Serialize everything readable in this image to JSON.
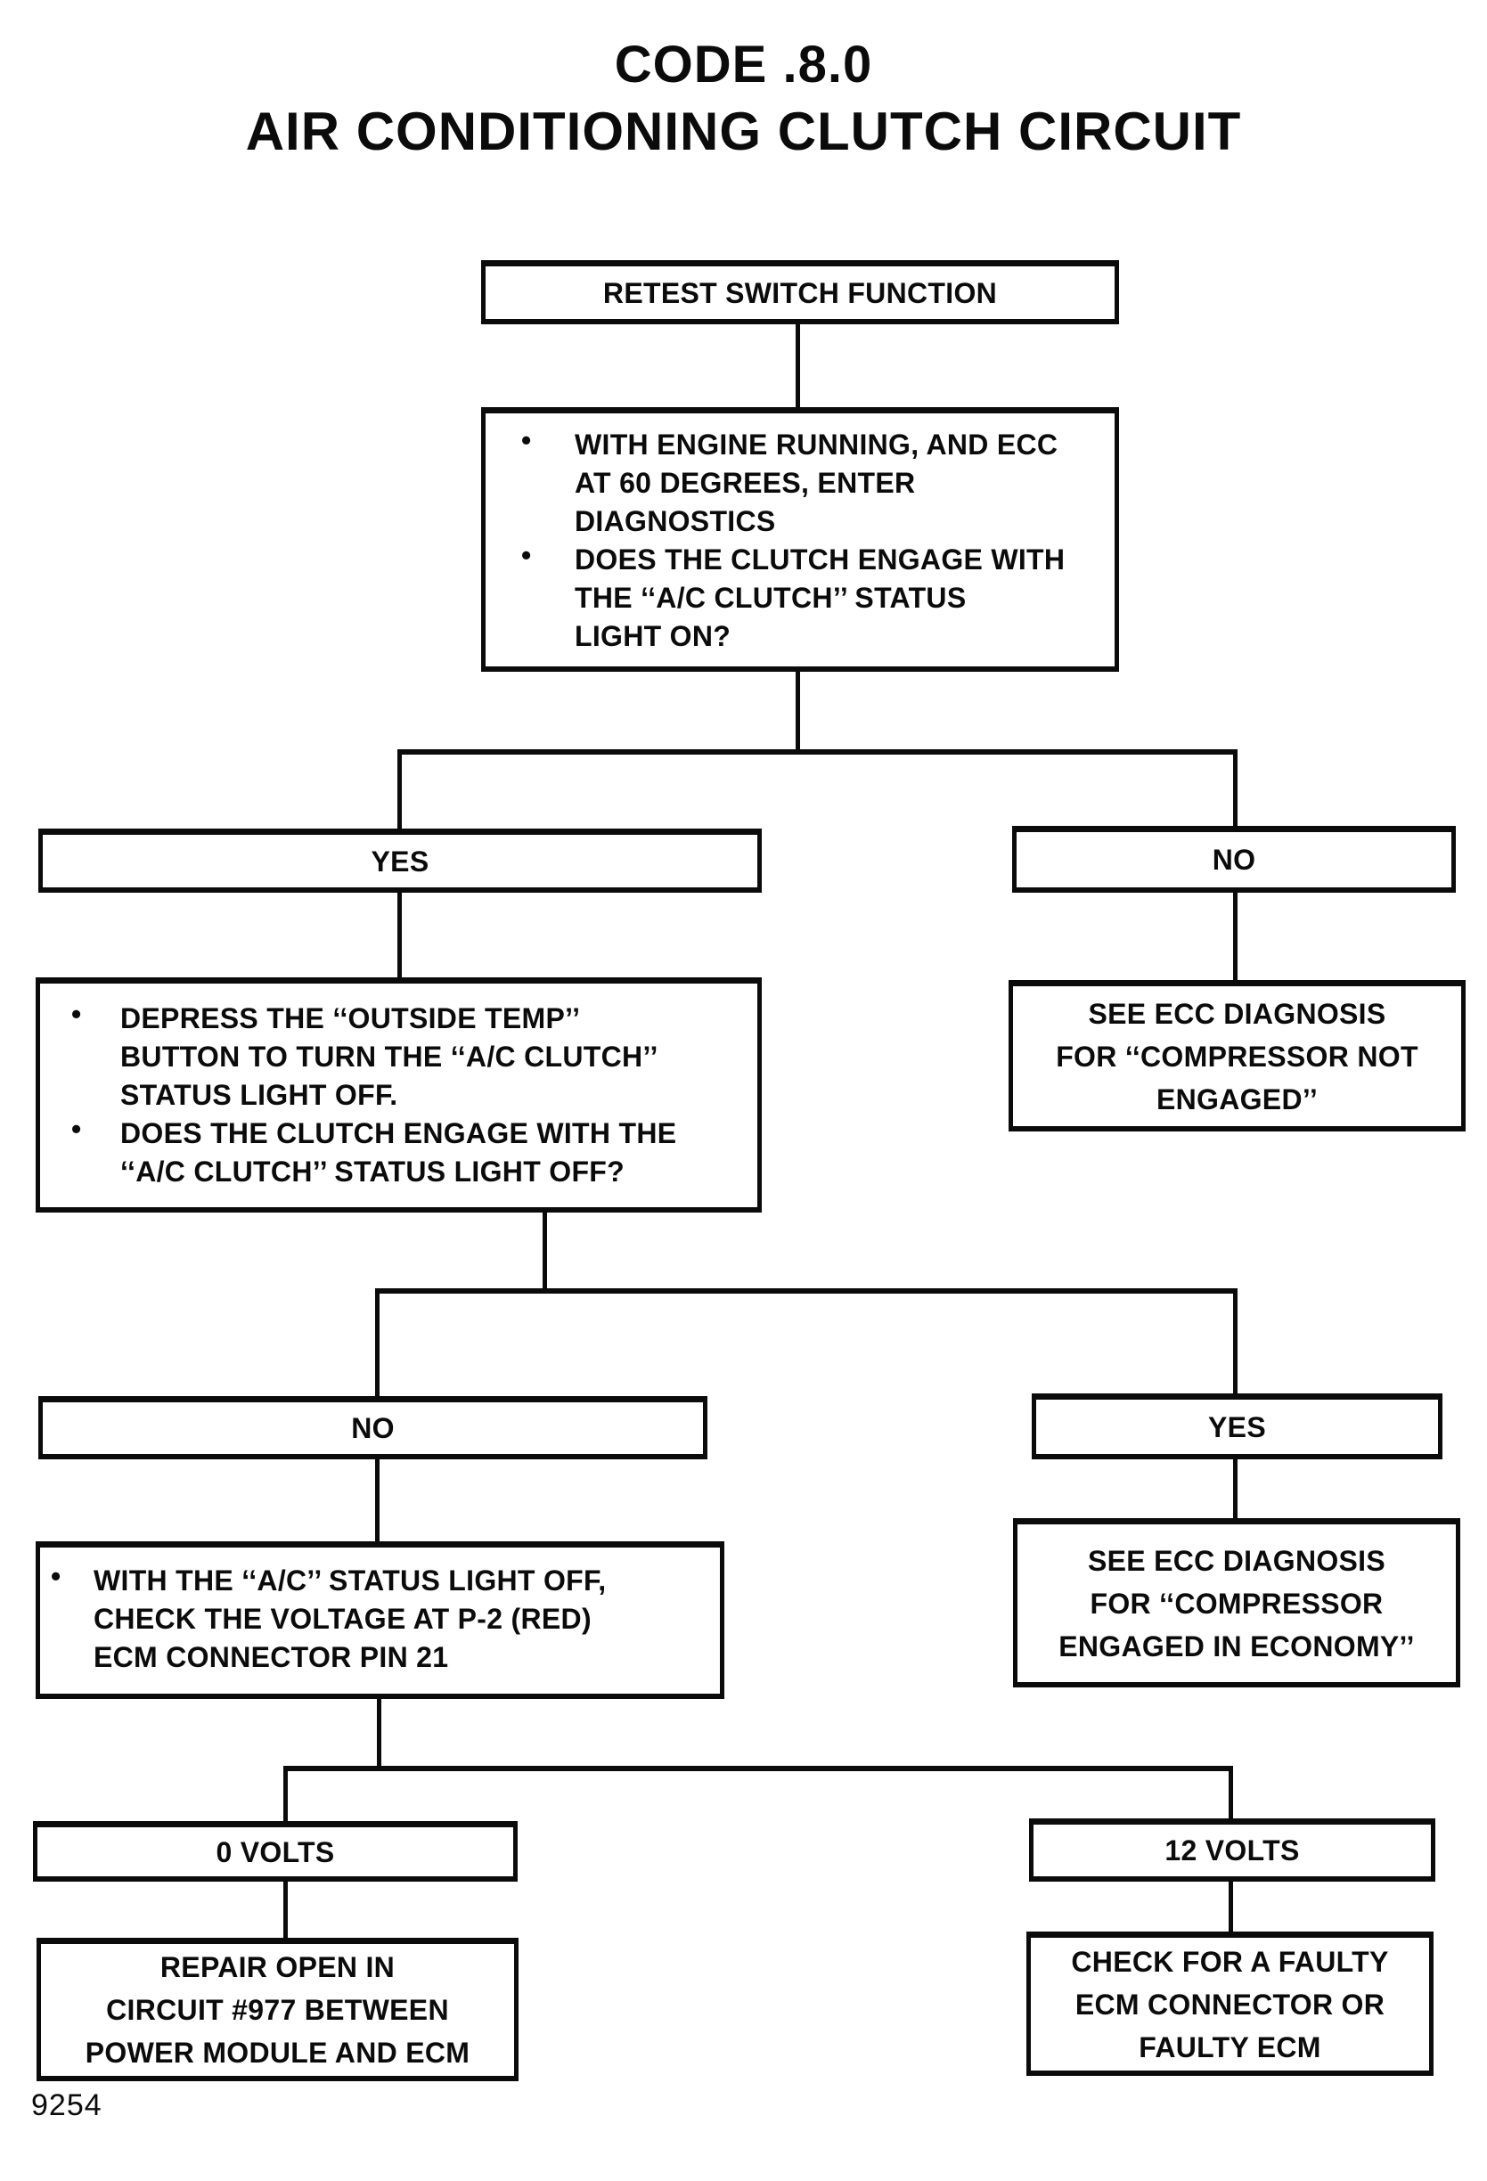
{
  "ui": {
    "bullet": "•"
  },
  "title": {
    "line1": "CODE .8.0",
    "line2": "AIR CONDITIONING CLUTCH CIRCUIT"
  },
  "figure_number": "9254",
  "flowchart": {
    "retest": {
      "label": "RETEST SWITCH FUNCTION"
    },
    "question_engage_on": {
      "bullet1_lines": [
        "WITH ENGINE RUNNING, AND ECC",
        "AT 60 DEGREES, ENTER",
        "DIAGNOSTICS"
      ],
      "bullet2_lines": [
        "DOES THE CLUTCH ENGAGE WITH",
        "THE ‘‘A/C CLUTCH’’ STATUS",
        "LIGHT ON?"
      ]
    },
    "branch1_yes": {
      "label": "YES"
    },
    "branch1_no": {
      "label": "NO"
    },
    "depress_outside_temp": {
      "bullet1_lines": [
        "DEPRESS THE ‘‘OUTSIDE TEMP’’",
        "BUTTON TO TURN THE ‘‘A/C CLUTCH’’",
        "STATUS LIGHT OFF."
      ],
      "bullet2_lines": [
        "DOES THE CLUTCH ENGAGE WITH THE",
        "‘‘A/C CLUTCH’’ STATUS LIGHT OFF?"
      ]
    },
    "ecc_not_engaged": {
      "lines": [
        "SEE ECC DIAGNOSIS",
        "FOR ‘‘COMPRESSOR NOT",
        "ENGAGED’’"
      ]
    },
    "branch2_no": {
      "label": "NO"
    },
    "branch2_yes": {
      "label": "YES"
    },
    "check_voltage": {
      "bullet1_lines": [
        "WITH THE ‘‘A/C’’ STATUS LIGHT OFF,",
        "CHECK THE VOLTAGE AT P-2 (RED)",
        "ECM CONNECTOR PIN 21"
      ]
    },
    "ecc_economy": {
      "lines": [
        "SEE ECC DIAGNOSIS",
        "FOR ‘‘COMPRESSOR",
        "ENGAGED IN ECONOMY’’"
      ]
    },
    "volts_0": {
      "label": "0 VOLTS"
    },
    "volts_12": {
      "label": "12 VOLTS"
    },
    "repair_open": {
      "lines": [
        "REPAIR OPEN IN",
        "CIRCUIT #977 BETWEEN",
        "POWER MODULE AND ECM"
      ]
    },
    "faulty_ecm": {
      "lines": [
        "CHECK FOR A FAULTY",
        "ECM CONNECTOR OR",
        "FAULTY ECM"
      ]
    }
  }
}
